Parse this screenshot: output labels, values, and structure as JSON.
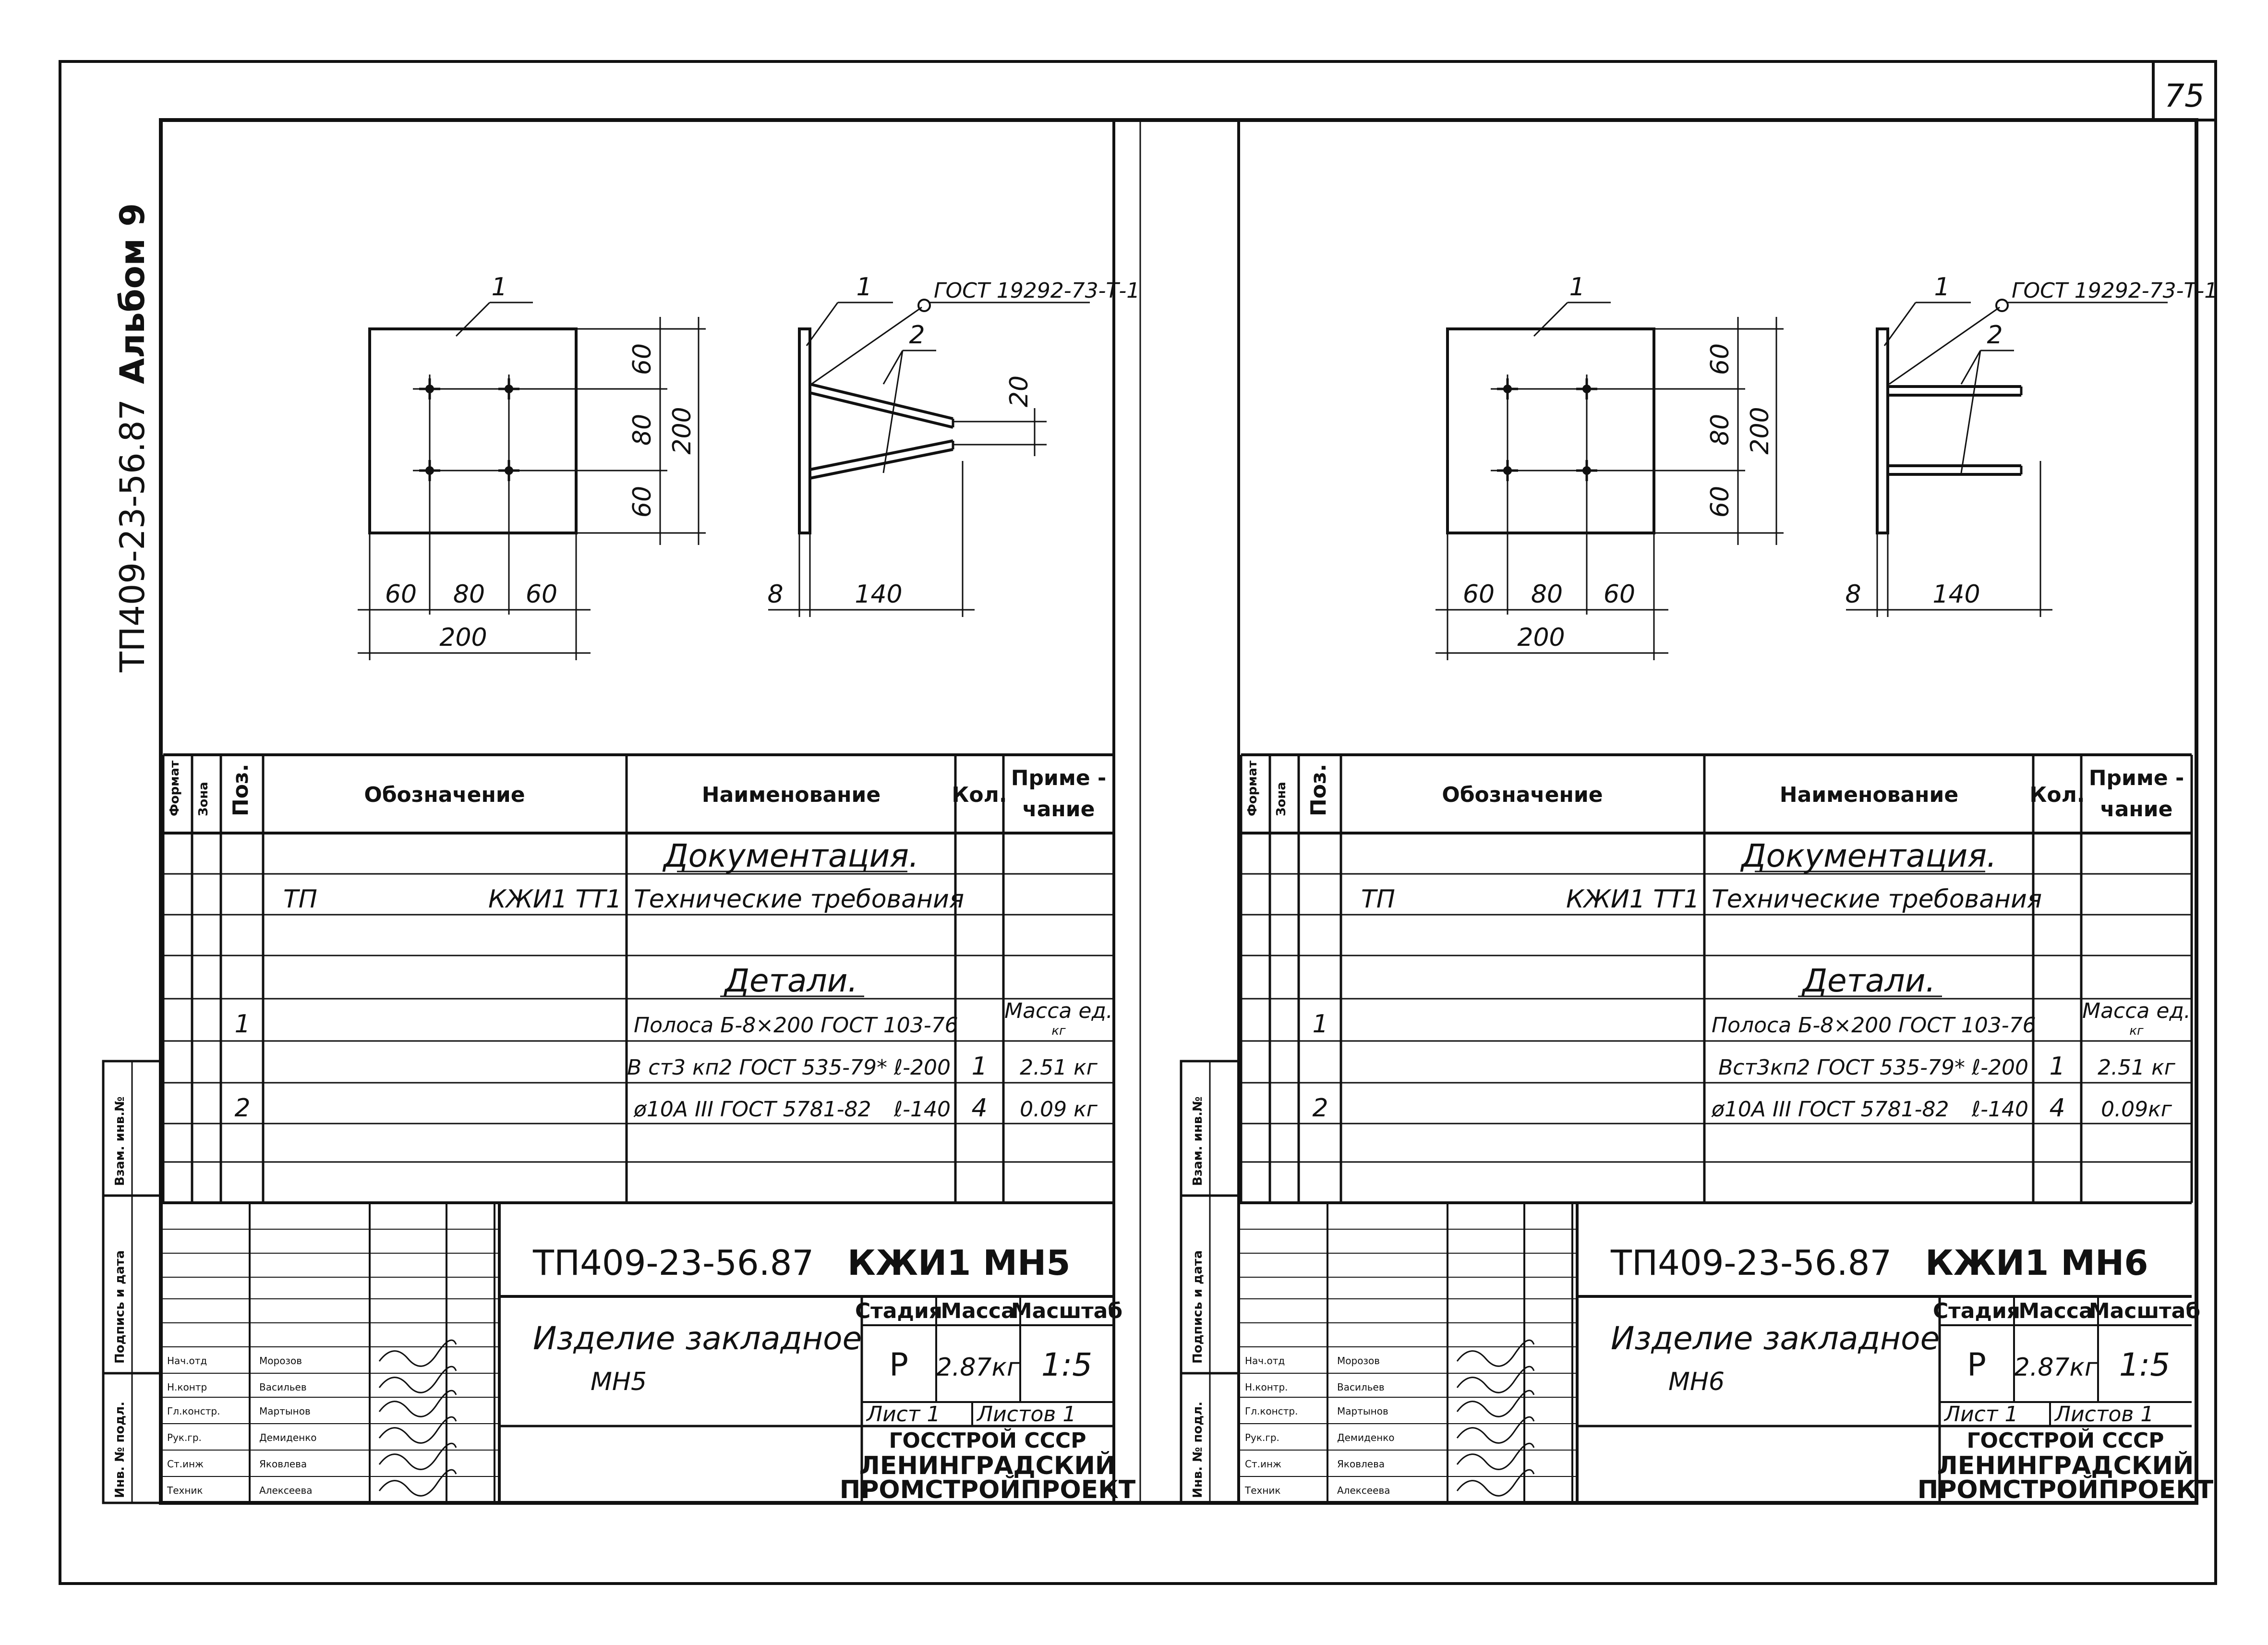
{
  "page_number": "75",
  "album": {
    "code": "ТП409-23-56.87",
    "name": "Альбом 9"
  },
  "columns": {
    "format": "Формат",
    "zone": "Зона",
    "pos": "Поз.",
    "designation": "Обозначение",
    "name": "Наименование",
    "qty": "Кол.",
    "note_line1": "Приме -",
    "note_line2": "чание"
  },
  "side_stamp": {
    "inv_vzam": "Взам. инв.№",
    "sign_date": "Подпись и дата",
    "inv_podl": "Инв. № подл."
  },
  "drawings": [
    {
      "id": "mn5",
      "plan_dims": {
        "w_total": "200",
        "w_a": "60",
        "w_b": "80",
        "w_c": "60",
        "h_total": "200",
        "h_a": "60",
        "h_b": "80",
        "h_c": "60"
      },
      "side_dims": {
        "thickness": "8",
        "length": "140",
        "gap": "20"
      },
      "labels": {
        "pos1": "1",
        "pos2": "2",
        "weld": "ГОСТ 19292-73-Т-1"
      },
      "spec": {
        "section_doc": "Документация.",
        "doc_prefix": "ТП",
        "doc_code": "КЖИ1 ТТ1",
        "doc_name": "Технические требования",
        "section_parts": "Детали.",
        "part1_pos": "1",
        "part1_name": "Полоса Б-8×200 ГОСТ 103-76",
        "part1_note1": "Масса ед.",
        "part1_note2": "кг",
        "part1_material": "В ст3 кп2 ГОСТ 535-79* ℓ-200",
        "part1_qty": "1",
        "part1_mass": "2.51 кг",
        "part2_pos": "2",
        "part2_name": "ø10А III ГОСТ 5781-82",
        "part2_len": "ℓ-140",
        "part2_qty": "4",
        "part2_mass": "0.09 кг"
      },
      "title": {
        "code": "ТП409-23-56.87",
        "mark": "КЖИ1 МН5",
        "item": "Изделие закладное",
        "item_code": "МН5",
        "stage_label": "Стадия",
        "mass_label": "Масса",
        "scale_label": "Масштаб",
        "stage": "Р",
        "mass": "2.87кг",
        "scale": "1:5",
        "sheet": "Лист 1",
        "sheets": "Листов 1",
        "org1": "ГОССТРОЙ СССР",
        "org2": "ЛЕНИНГРАДСКИЙ",
        "org3": "ПРОМСТРОЙПРОЕКТ"
      },
      "people": [
        {
          "role": "Нач.отд",
          "name": "Морозов"
        },
        {
          "role": "Н.контр",
          "name": "Васильев"
        },
        {
          "role": "Гл.констр.",
          "name": "Мартынов"
        },
        {
          "role": "Рук.гр.",
          "name": "Демиденко"
        },
        {
          "role": "Ст.инж",
          "name": "Яковлева"
        },
        {
          "role": "Техник",
          "name": "Алексеева"
        }
      ]
    },
    {
      "id": "mn6",
      "plan_dims": {
        "w_total": "200",
        "w_a": "60",
        "w_b": "80",
        "w_c": "60",
        "h_total": "200",
        "h_a": "60",
        "h_b": "80",
        "h_c": "60"
      },
      "side_dims": {
        "thickness": "8",
        "length": "140",
        "gap": ""
      },
      "labels": {
        "pos1": "1",
        "pos2": "2",
        "weld": "ГОСТ 19292-73-Т-1"
      },
      "spec": {
        "section_doc": "Документация.",
        "doc_prefix": "ТП",
        "doc_code": "КЖИ1 ТТ1",
        "doc_name": "Технические требования",
        "section_parts": "Детали.",
        "part1_pos": "1",
        "part1_name": "Полоса Б-8×200 ГОСТ 103-76",
        "part1_note1": "Масса ед.",
        "part1_note2": "кг",
        "part1_material": "Вст3кп2 ГОСТ 535-79* ℓ-200",
        "part1_qty": "1",
        "part1_mass": "2.51 кг",
        "part2_pos": "2",
        "part2_name": "ø10А III ГОСТ 5781-82",
        "part2_len": "ℓ-140",
        "part2_qty": "4",
        "part2_mass": "0.09кг"
      },
      "title": {
        "code": "ТП409-23-56.87",
        "mark": "КЖИ1 МН6",
        "item": "Изделие закладное",
        "item_code": "МН6",
        "stage_label": "Стадия",
        "mass_label": "Масса",
        "scale_label": "Масштаб",
        "stage": "Р",
        "mass": "2.87кг",
        "scale": "1:5",
        "sheet": "Лист 1",
        "sheets": "Листов 1",
        "org1": "ГОССТРОЙ СССР",
        "org2": "ЛЕНИНГРАДСКИЙ",
        "org3": "ПРОМСТРОЙПРОЕКТ"
      },
      "people": [
        {
          "role": "Нач.отд",
          "name": "Морозов"
        },
        {
          "role": "Н.контр.",
          "name": "Васильев"
        },
        {
          "role": "Гл.констр.",
          "name": "Мартынов"
        },
        {
          "role": "Рук.гр.",
          "name": "Демиденко"
        },
        {
          "role": "Ст.инж",
          "name": "Яковлева"
        },
        {
          "role": "Техник",
          "name": "Алексеева"
        }
      ]
    }
  ]
}
